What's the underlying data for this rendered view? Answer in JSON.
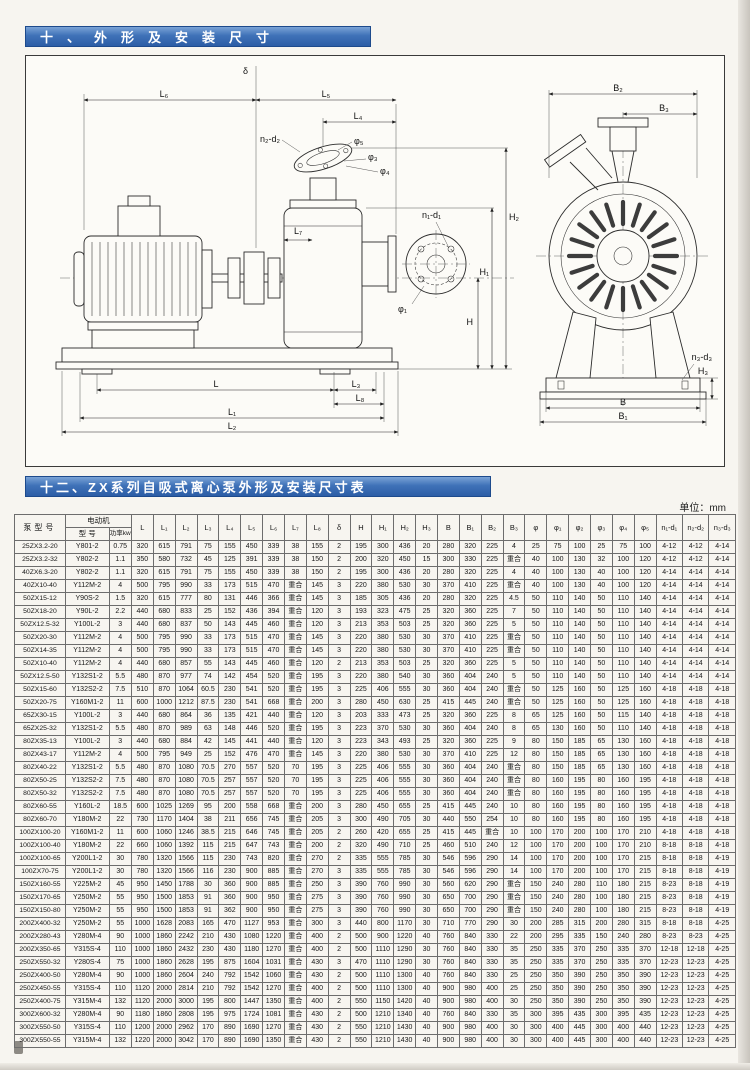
{
  "page": {
    "section1_title": "十、外形及安装尺寸",
    "section2_title": "十二、ZX系列自吸式离心泵外形及安装尺寸表",
    "unit_note": "单位：mm"
  },
  "drawing": {
    "labels": {
      "L6": "L₆",
      "delta": "δ",
      "L5": "L₅",
      "L4": "L₄",
      "n2d2": "n₂-d₂",
      "phi5": "φ₅",
      "phi3": "φ₃",
      "phi4": "φ₄",
      "n1d1": "n₁-d₁",
      "phi1": "φ₁",
      "L7": "L₇",
      "H": "H",
      "H1": "H₁",
      "H2": "H₂",
      "L": "L",
      "L3": "L₃",
      "L8": "L₈",
      "L1": "L₁",
      "L2": "L₂",
      "B2": "B₂",
      "B3": "B₃",
      "n3d3": "n₃-d₃",
      "H3": "H₃",
      "B": "B",
      "B1": "B₁"
    }
  },
  "table": {
    "headers": {
      "pump_model": "泵型号",
      "motor": "电动机",
      "motor_model": "型 号",
      "power": "功率kw"
    },
    "dim_headers": [
      "L",
      "L₁",
      "L₂",
      "L₃",
      "L₄",
      "L₅",
      "L₆",
      "L₇",
      "L₈",
      "δ",
      "H",
      "H₁",
      "H₂",
      "H₃",
      "B",
      "B₁",
      "B₂",
      "B₃",
      "φ",
      "φ₁",
      "φ₂",
      "φ₃",
      "φ₄",
      "φ₅",
      "n₁-d₁",
      "n₂-d₂",
      "n₃-d₃"
    ],
    "rows": [
      [
        "25ZX3.2-20",
        "Y801-2",
        "0.75",
        "320",
        "615",
        "791",
        "75",
        "155",
        "450",
        "339",
        "38",
        "155",
        "2",
        "195",
        "300",
        "436",
        "20",
        "280",
        "320",
        "225",
        "4",
        "25",
        "75",
        "100",
        "25",
        "75",
        "100",
        "4-12",
        "4-12",
        "4-14"
      ],
      [
        "25ZX3.2-32",
        "Y802-2",
        "1.1",
        "350",
        "580",
        "732",
        "45",
        "125",
        "391",
        "339",
        "38",
        "150",
        "2",
        "200",
        "320",
        "450",
        "15",
        "300",
        "330",
        "225",
        "重合",
        "40",
        "100",
        "130",
        "32",
        "100",
        "120",
        "4-12",
        "4-12",
        "4-14"
      ],
      [
        "40ZX6.3-20",
        "Y802-2",
        "1.1",
        "320",
        "615",
        "791",
        "75",
        "155",
        "450",
        "339",
        "38",
        "150",
        "2",
        "195",
        "300",
        "436",
        "20",
        "280",
        "320",
        "225",
        "4",
        "40",
        "100",
        "130",
        "40",
        "100",
        "120",
        "4-14",
        "4-14",
        "4-14"
      ],
      [
        "40ZX10-40",
        "Y112M-2",
        "4",
        "500",
        "795",
        "990",
        "33",
        "173",
        "515",
        "470",
        "重合",
        "145",
        "3",
        "220",
        "380",
        "530",
        "30",
        "370",
        "410",
        "225",
        "重合",
        "40",
        "100",
        "130",
        "40",
        "100",
        "120",
        "4-14",
        "4-14",
        "4-14"
      ],
      [
        "50ZX15-12",
        "Y90S-2",
        "1.5",
        "320",
        "615",
        "777",
        "80",
        "131",
        "446",
        "366",
        "重合",
        "145",
        "3",
        "185",
        "305",
        "436",
        "20",
        "280",
        "320",
        "225",
        "4.5",
        "50",
        "110",
        "140",
        "50",
        "110",
        "140",
        "4-14",
        "4-14",
        "4-14"
      ],
      [
        "50ZX18-20",
        "Y90L-2",
        "2.2",
        "440",
        "680",
        "833",
        "25",
        "152",
        "436",
        "394",
        "重合",
        "120",
        "3",
        "193",
        "323",
        "475",
        "25",
        "320",
        "360",
        "225",
        "7",
        "50",
        "110",
        "140",
        "50",
        "110",
        "140",
        "4-14",
        "4-14",
        "4-14"
      ],
      [
        "50ZX12.5-32",
        "Y100L-2",
        "3",
        "440",
        "680",
        "837",
        "50",
        "143",
        "445",
        "460",
        "重合",
        "120",
        "3",
        "213",
        "353",
        "503",
        "25",
        "320",
        "360",
        "225",
        "5",
        "50",
        "110",
        "140",
        "50",
        "110",
        "140",
        "4-14",
        "4-14",
        "4-14"
      ],
      [
        "50ZX20-30",
        "Y112M-2",
        "4",
        "500",
        "795",
        "990",
        "33",
        "173",
        "515",
        "470",
        "重合",
        "145",
        "3",
        "220",
        "380",
        "530",
        "30",
        "370",
        "410",
        "225",
        "重合",
        "50",
        "110",
        "140",
        "50",
        "110",
        "140",
        "4-14",
        "4-14",
        "4-14"
      ],
      [
        "50ZX14-35",
        "Y112M-2",
        "4",
        "500",
        "795",
        "990",
        "33",
        "173",
        "515",
        "470",
        "重合",
        "145",
        "3",
        "220",
        "380",
        "530",
        "30",
        "370",
        "410",
        "225",
        "重合",
        "50",
        "110",
        "140",
        "50",
        "110",
        "140",
        "4-14",
        "4-14",
        "4-14"
      ],
      [
        "50ZX10-40",
        "Y112M-2",
        "4",
        "440",
        "680",
        "857",
        "55",
        "143",
        "445",
        "460",
        "重合",
        "120",
        "2",
        "213",
        "353",
        "503",
        "25",
        "320",
        "360",
        "225",
        "5",
        "50",
        "110",
        "140",
        "50",
        "110",
        "140",
        "4-14",
        "4-14",
        "4-14"
      ],
      [
        "50ZX12.5-50",
        "Y132S1-2",
        "5.5",
        "480",
        "870",
        "977",
        "74",
        "142",
        "454",
        "520",
        "重合",
        "195",
        "3",
        "220",
        "380",
        "540",
        "30",
        "360",
        "404",
        "240",
        "5",
        "50",
        "110",
        "140",
        "50",
        "110",
        "140",
        "4-14",
        "4-14",
        "4-14"
      ],
      [
        "50ZX15-60",
        "Y132S2-2",
        "7.5",
        "510",
        "870",
        "1064",
        "60.5",
        "230",
        "541",
        "520",
        "重合",
        "195",
        "3",
        "225",
        "406",
        "555",
        "30",
        "360",
        "404",
        "240",
        "重合",
        "50",
        "125",
        "160",
        "50",
        "125",
        "160",
        "4-18",
        "4-18",
        "4-18"
      ],
      [
        "50ZX20-75",
        "Y160M1-2",
        "11",
        "600",
        "1000",
        "1212",
        "87.5",
        "230",
        "541",
        "668",
        "重合",
        "200",
        "3",
        "280",
        "450",
        "630",
        "25",
        "415",
        "445",
        "240",
        "重合",
        "50",
        "125",
        "160",
        "50",
        "125",
        "160",
        "4-18",
        "4-18",
        "4-18"
      ],
      [
        "65ZX30-15",
        "Y100L-2",
        "3",
        "440",
        "680",
        "864",
        "36",
        "135",
        "421",
        "440",
        "重合",
        "120",
        "3",
        "203",
        "333",
        "473",
        "25",
        "320",
        "360",
        "225",
        "8",
        "65",
        "125",
        "160",
        "50",
        "115",
        "140",
        "4-18",
        "4-18",
        "4-18"
      ],
      [
        "65ZX25-32",
        "Y132S1-2",
        "5.5",
        "480",
        "870",
        "989",
        "63",
        "148",
        "446",
        "520",
        "重合",
        "195",
        "3",
        "223",
        "370",
        "530",
        "30",
        "360",
        "404",
        "240",
        "8",
        "65",
        "130",
        "160",
        "50",
        "110",
        "140",
        "4-18",
        "4-18",
        "4-18"
      ],
      [
        "80ZX35-13",
        "Y100L-2",
        "3",
        "440",
        "680",
        "884",
        "42",
        "145",
        "441",
        "440",
        "重合",
        "120",
        "3",
        "223",
        "343",
        "493",
        "25",
        "320",
        "360",
        "225",
        "9",
        "80",
        "150",
        "185",
        "65",
        "130",
        "160",
        "4-18",
        "4-18",
        "4-18"
      ],
      [
        "80ZX43-17",
        "Y112M-2",
        "4",
        "500",
        "795",
        "949",
        "25",
        "152",
        "476",
        "470",
        "重合",
        "145",
        "3",
        "220",
        "380",
        "530",
        "30",
        "370",
        "410",
        "225",
        "12",
        "80",
        "150",
        "185",
        "65",
        "130",
        "160",
        "4-18",
        "4-18",
        "4-18"
      ],
      [
        "80ZX40-22",
        "Y132S1-2",
        "5.5",
        "480",
        "870",
        "1080",
        "70.5",
        "270",
        "557",
        "520",
        "70",
        "195",
        "3",
        "225",
        "406",
        "555",
        "30",
        "360",
        "404",
        "240",
        "重合",
        "80",
        "150",
        "185",
        "65",
        "130",
        "160",
        "4-18",
        "4-18",
        "4-18"
      ],
      [
        "80ZX50-25",
        "Y132S2-2",
        "7.5",
        "480",
        "870",
        "1080",
        "70.5",
        "257",
        "557",
        "520",
        "70",
        "195",
        "3",
        "225",
        "406",
        "555",
        "30",
        "360",
        "404",
        "240",
        "重合",
        "80",
        "160",
        "195",
        "80",
        "160",
        "195",
        "4-18",
        "4-18",
        "4-18"
      ],
      [
        "80ZX50-32",
        "Y132S2-2",
        "7.5",
        "480",
        "870",
        "1080",
        "70.5",
        "257",
        "557",
        "520",
        "70",
        "195",
        "3",
        "225",
        "406",
        "555",
        "30",
        "360",
        "404",
        "240",
        "重合",
        "80",
        "160",
        "195",
        "80",
        "160",
        "195",
        "4-18",
        "4-18",
        "4-18"
      ],
      [
        "80ZX60-55",
        "Y160L-2",
        "18.5",
        "600",
        "1025",
        "1269",
        "95",
        "200",
        "558",
        "668",
        "重合",
        "200",
        "3",
        "280",
        "450",
        "655",
        "25",
        "415",
        "445",
        "240",
        "10",
        "80",
        "160",
        "195",
        "80",
        "160",
        "195",
        "4-18",
        "4-18",
        "4-18"
      ],
      [
        "80ZX60-70",
        "Y180M-2",
        "22",
        "730",
        "1170",
        "1404",
        "38",
        "211",
        "656",
        "745",
        "重合",
        "205",
        "3",
        "300",
        "490",
        "705",
        "30",
        "440",
        "550",
        "254",
        "10",
        "80",
        "160",
        "195",
        "80",
        "160",
        "195",
        "4-18",
        "4-18",
        "4-18"
      ],
      [
        "100ZX100-20",
        "Y160M1-2",
        "11",
        "600",
        "1060",
        "1246",
        "38.5",
        "215",
        "646",
        "745",
        "重合",
        "205",
        "2",
        "260",
        "420",
        "655",
        "25",
        "415",
        "445",
        "重合",
        "10",
        "100",
        "170",
        "200",
        "100",
        "170",
        "210",
        "4-18",
        "4-18",
        "4-18"
      ],
      [
        "100ZX100-40",
        "Y180M-2",
        "22",
        "660",
        "1060",
        "1392",
        "115",
        "215",
        "647",
        "743",
        "重合",
        "200",
        "2",
        "320",
        "490",
        "710",
        "25",
        "460",
        "510",
        "240",
        "12",
        "100",
        "170",
        "200",
        "100",
        "170",
        "210",
        "8-18",
        "8-18",
        "4-18"
      ],
      [
        "100ZX100-65",
        "Y200L1-2",
        "30",
        "780",
        "1320",
        "1566",
        "115",
        "230",
        "743",
        "820",
        "重合",
        "270",
        "2",
        "335",
        "555",
        "785",
        "30",
        "546",
        "596",
        "290",
        "14",
        "100",
        "170",
        "200",
        "100",
        "170",
        "215",
        "8-18",
        "8-18",
        "4-19"
      ],
      [
        "100ZX70-75",
        "Y200L1-2",
        "30",
        "780",
        "1320",
        "1566",
        "116",
        "230",
        "900",
        "885",
        "重合",
        "270",
        "3",
        "335",
        "555",
        "785",
        "30",
        "546",
        "596",
        "290",
        "14",
        "100",
        "170",
        "200",
        "100",
        "170",
        "215",
        "8-18",
        "8-18",
        "4-19"
      ],
      [
        "150ZX160-55",
        "Y225M-2",
        "45",
        "950",
        "1450",
        "1788",
        "30",
        "360",
        "900",
        "885",
        "重合",
        "250",
        "3",
        "390",
        "760",
        "990",
        "30",
        "560",
        "620",
        "290",
        "重合",
        "150",
        "240",
        "280",
        "110",
        "180",
        "215",
        "8-23",
        "8-18",
        "4-19"
      ],
      [
        "150ZX170-65",
        "Y250M-2",
        "55",
        "950",
        "1500",
        "1853",
        "91",
        "360",
        "900",
        "950",
        "重合",
        "275",
        "3",
        "390",
        "760",
        "990",
        "30",
        "650",
        "700",
        "290",
        "重合",
        "150",
        "240",
        "280",
        "100",
        "180",
        "215",
        "8-23",
        "8-18",
        "4-19"
      ],
      [
        "150ZX150-80",
        "Y250M-2",
        "55",
        "950",
        "1500",
        "1853",
        "91",
        "362",
        "900",
        "950",
        "重合",
        "275",
        "3",
        "390",
        "760",
        "990",
        "30",
        "650",
        "700",
        "290",
        "重合",
        "150",
        "240",
        "280",
        "100",
        "180",
        "215",
        "8-23",
        "8-18",
        "4-19"
      ],
      [
        "200ZX400-32",
        "Y250M-2",
        "55",
        "1000",
        "1628",
        "2083",
        "165",
        "470",
        "1127",
        "953",
        "重合",
        "300",
        "3",
        "440",
        "800",
        "1170",
        "30",
        "710",
        "770",
        "290",
        "30",
        "200",
        "285",
        "315",
        "200",
        "280",
        "315",
        "8-18",
        "8-18",
        "4-25"
      ],
      [
        "200ZX280-43",
        "Y280M-4",
        "90",
        "1000",
        "1860",
        "2242",
        "210",
        "430",
        "1080",
        "1220",
        "重合",
        "400",
        "2",
        "500",
        "900",
        "1220",
        "40",
        "760",
        "840",
        "330",
        "22",
        "200",
        "295",
        "335",
        "150",
        "240",
        "280",
        "8-23",
        "8-23",
        "4-25"
      ],
      [
        "200ZX350-65",
        "Y315S-4",
        "110",
        "1000",
        "1860",
        "2432",
        "230",
        "430",
        "1180",
        "1270",
        "重合",
        "400",
        "2",
        "500",
        "1110",
        "1290",
        "30",
        "760",
        "840",
        "330",
        "35",
        "250",
        "335",
        "370",
        "250",
        "335",
        "370",
        "12-18",
        "12-18",
        "4-25"
      ],
      [
        "250ZX550-32",
        "Y280S-4",
        "75",
        "1000",
        "1860",
        "2628",
        "195",
        "875",
        "1604",
        "1031",
        "重合",
        "430",
        "3",
        "470",
        "1110",
        "1290",
        "30",
        "760",
        "840",
        "330",
        "35",
        "250",
        "335",
        "370",
        "250",
        "335",
        "370",
        "12-23",
        "12-23",
        "4-25"
      ],
      [
        "250ZX400-50",
        "Y280M-4",
        "90",
        "1000",
        "1860",
        "2604",
        "240",
        "792",
        "1542",
        "1060",
        "重合",
        "430",
        "2",
        "500",
        "1110",
        "1300",
        "40",
        "760",
        "840",
        "330",
        "25",
        "250",
        "350",
        "390",
        "250",
        "350",
        "390",
        "12-23",
        "12-23",
        "4-25"
      ],
      [
        "250ZX450-55",
        "Y315S-4",
        "110",
        "1120",
        "2000",
        "2814",
        "210",
        "792",
        "1542",
        "1270",
        "重合",
        "400",
        "2",
        "500",
        "1110",
        "1300",
        "40",
        "900",
        "980",
        "400",
        "25",
        "250",
        "350",
        "390",
        "250",
        "350",
        "390",
        "12-23",
        "12-23",
        "4-25"
      ],
      [
        "250ZX400-75",
        "Y315M-4",
        "132",
        "1120",
        "2000",
        "3000",
        "195",
        "800",
        "1447",
        "1350",
        "重合",
        "400",
        "2",
        "550",
        "1150",
        "1420",
        "40",
        "900",
        "980",
        "400",
        "30",
        "250",
        "350",
        "390",
        "250",
        "350",
        "390",
        "12-23",
        "12-23",
        "4-25"
      ],
      [
        "300ZX600-32",
        "Y280M-4",
        "90",
        "1180",
        "1860",
        "2808",
        "195",
        "975",
        "1724",
        "1081",
        "重合",
        "430",
        "2",
        "500",
        "1210",
        "1340",
        "40",
        "760",
        "840",
        "330",
        "35",
        "300",
        "395",
        "435",
        "300",
        "395",
        "435",
        "12-23",
        "12-23",
        "4-25"
      ],
      [
        "300ZX550-50",
        "Y315S-4",
        "110",
        "1200",
        "2000",
        "2962",
        "170",
        "890",
        "1690",
        "1270",
        "重合",
        "430",
        "2",
        "550",
        "1210",
        "1430",
        "40",
        "900",
        "980",
        "400",
        "30",
        "300",
        "400",
        "445",
        "300",
        "400",
        "440",
        "12-23",
        "12-23",
        "4-25"
      ],
      [
        "300ZX550-55",
        "Y315M-4",
        "132",
        "1220",
        "2000",
        "3042",
        "170",
        "890",
        "1690",
        "1350",
        "重合",
        "430",
        "2",
        "550",
        "1210",
        "1430",
        "40",
        "900",
        "980",
        "400",
        "30",
        "300",
        "400",
        "445",
        "300",
        "400",
        "440",
        "12-23",
        "12-23",
        "4-25"
      ]
    ]
  }
}
